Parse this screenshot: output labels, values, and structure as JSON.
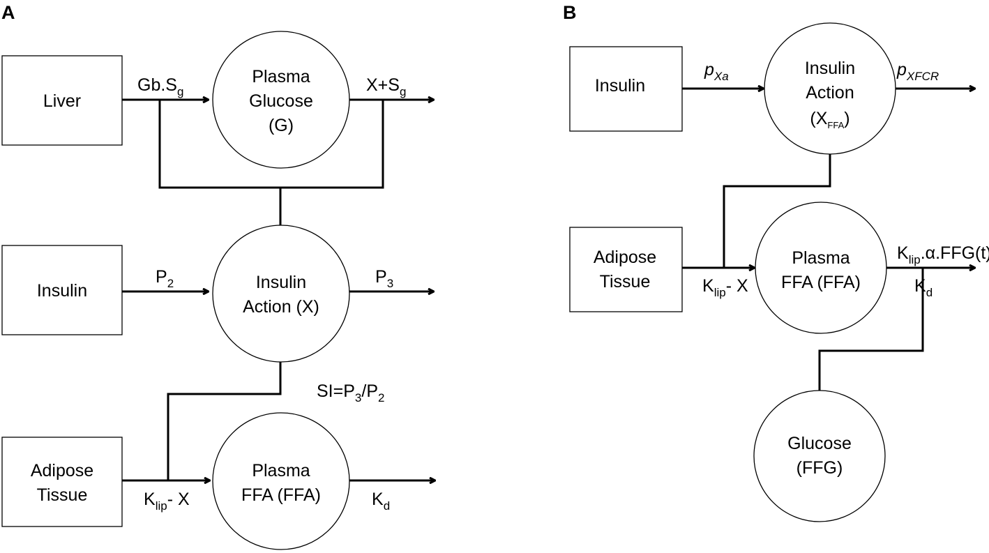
{
  "panelA": {
    "letter": "A",
    "liver": "Liver",
    "insulin": "Insulin",
    "adipose_line1": "Adipose",
    "adipose_line2": "Tissue",
    "glucose_line1": "Plasma",
    "glucose_line2": "Glucose",
    "glucose_line3": "(G)",
    "action_line1": "Insulin",
    "action_line2": "Action (X)",
    "ffa_line1": "Plasma",
    "ffa_line2": "FFA (FFA)",
    "gb_main": "Gb.S",
    "gb_sub": "g",
    "xsg_main": "X+S",
    "xsg_sub": "g",
    "p2_main": "P",
    "p2_sub": "2",
    "p3_main": "P",
    "p3_sub": "3",
    "si_a": "SI=P",
    "si_sub1": "3",
    "si_b": "/P",
    "si_sub2": "2",
    "klip_main": "K",
    "klip_sub": "lip",
    "klip_rest": "- X",
    "kd_main": "K",
    "kd_sub": "d"
  },
  "panelB": {
    "letter": "B",
    "insulin": "Insulin",
    "adipose_line1": "Adipose",
    "adipose_line2": "Tissue",
    "action_line1": "Insulin",
    "action_line2": "Action",
    "action_line3_main": "(X",
    "action_line3_sub": "FFA",
    "action_line3_end": ")",
    "ffa_line1": "Plasma",
    "ffa_line2": "FFA (FFA)",
    "ffg_line1": "Glucose",
    "ffg_line2": "(FFG)",
    "pxa_main": "p",
    "pxa_sub": "Xa",
    "pxfcr_main": "p",
    "pxfcr_sub": "XFCR",
    "klip_main": "K",
    "klip_sub": "lip",
    "klip_rest": "- X",
    "kout_main": "K",
    "kout_sub": "lip",
    "kout_rest": ".α.FFG(t)",
    "kd_main": "K",
    "kd_sub": "d"
  }
}
